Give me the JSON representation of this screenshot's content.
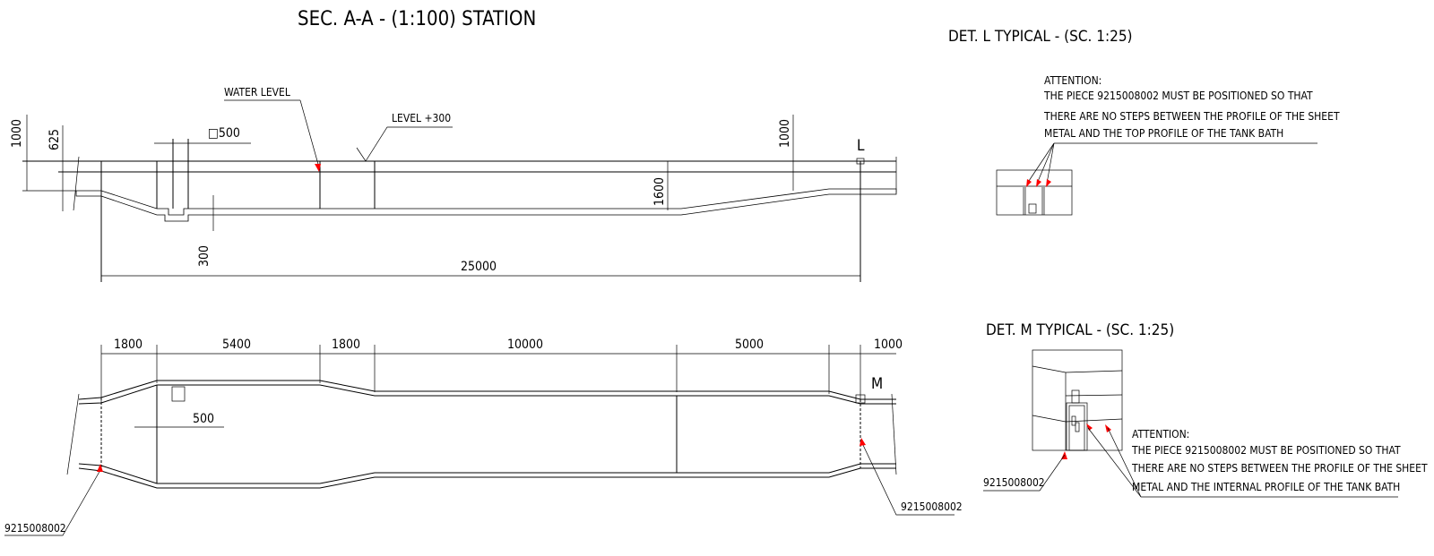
{
  "section": {
    "title": "SEC. A-A - (1:100) STATION",
    "water_level": "WATER LEVEL",
    "level": "LEVEL +300",
    "square": "□500",
    "marker": "L",
    "dims": {
      "left_height": "1000",
      "left_offset": "625",
      "sump": "300",
      "depth": "1600",
      "right_height": "1000",
      "length": "25000"
    }
  },
  "plan": {
    "marker": "M",
    "dims": [
      "1800",
      "5400",
      "1800",
      "10000",
      "5000",
      "1000"
    ],
    "inner_dim": "500",
    "piece_left": "9215008002",
    "piece_right": "9215008002"
  },
  "det_l": {
    "title": "DET. L TYPICAL - (SC. 1:25)",
    "note": [
      "ATTENTION:",
      "THE PIECE 9215008002 MUST BE POSITIONED SO THAT",
      "THERE ARE NO STEPS BETWEEN THE PROFILE OF THE SHEET",
      "METAL AND THE TOP PROFILE OF THE TANK BATH"
    ]
  },
  "det_m": {
    "title": "DET. M TYPICAL - (SC. 1:25)",
    "note": [
      "ATTENTION:",
      "THE PIECE 9215008002 MUST BE POSITIONED SO THAT",
      "THERE ARE NO STEPS BETWEEN THE PROFILE OF THE SHEET",
      "METAL AND THE INTERNAL PROFILE OF THE TANK BATH"
    ],
    "piece": "9215008002"
  },
  "colors": {
    "arrow": "#ff0000",
    "line": "#000000"
  }
}
